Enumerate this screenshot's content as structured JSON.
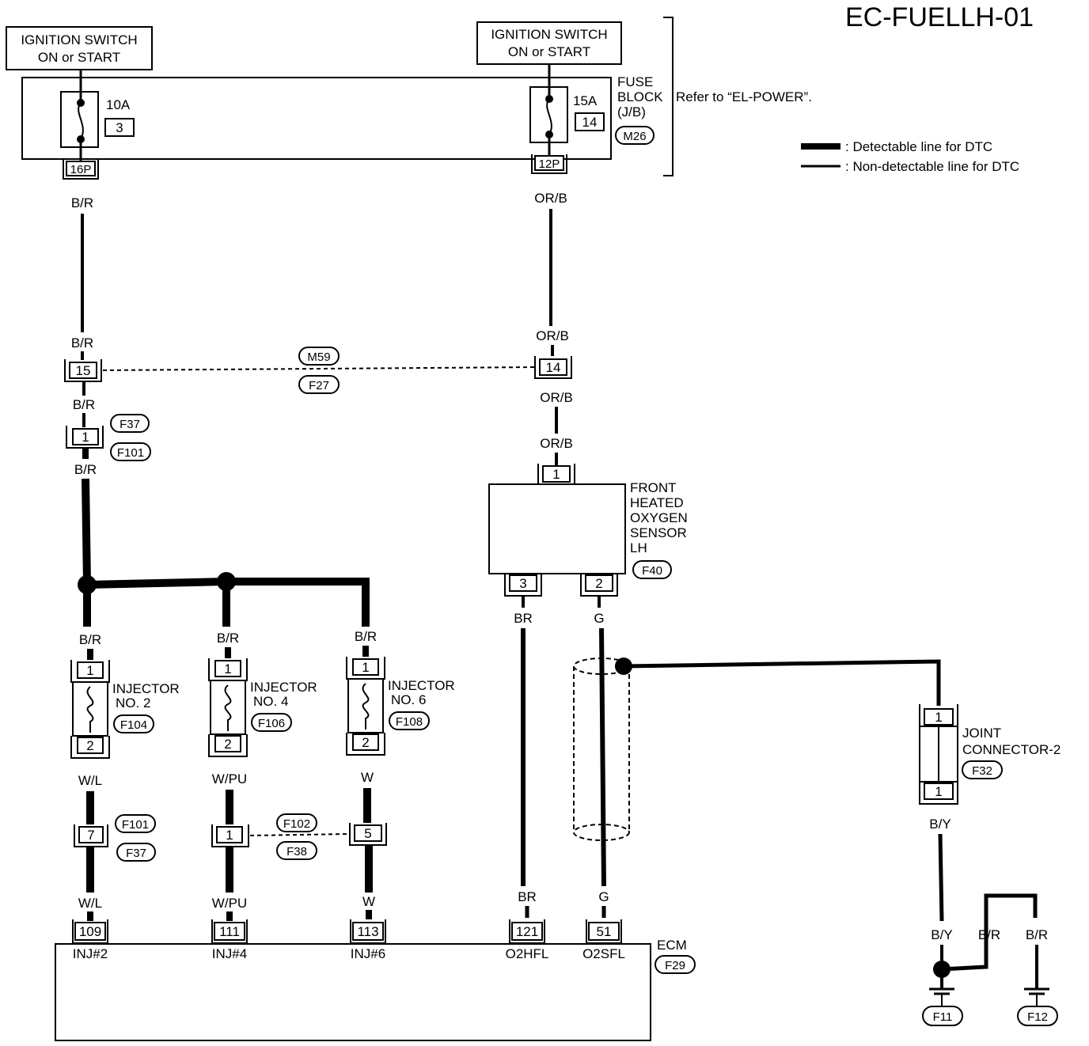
{
  "title": "EC-FUELLH-01",
  "legend": {
    "detectable": ": Detectable line for DTC",
    "non_detectable": ": Non-detectable line for DTC"
  },
  "ignition_left": {
    "line1": "IGNITION SWITCH",
    "line2": "ON or START"
  },
  "ignition_right": {
    "line1": "IGNITION SWITCH",
    "line2": "ON or START"
  },
  "fuse_block": {
    "line1": "FUSE",
    "line2": "BLOCK",
    "line3": "(J/B)",
    "connector": "M26",
    "refer": "Refer to “EL-POWER”."
  },
  "fuse_left": {
    "amp": "10A",
    "num": "3",
    "pin": "16P"
  },
  "fuse_right": {
    "amp": "15A",
    "num": "14",
    "pin": "12P"
  },
  "wires": {
    "br": "B/R",
    "orb": "OR/B",
    "wl": "W/L",
    "wpu": "W/PU",
    "w": "W",
    "brown": "BR",
    "g": "G",
    "by": "B/Y"
  },
  "connectors": {
    "c15": "15",
    "c14": "14",
    "m59": "M59",
    "f27": "F27",
    "c1": "1",
    "f37": "F37",
    "f101": "F101",
    "c7": "7",
    "f101b": "F101",
    "f37b": "F37",
    "c1b": "1",
    "c5": "5",
    "f102": "F102",
    "f38": "F38"
  },
  "o2sensor": {
    "line1": "FRONT",
    "line2": "HEATED",
    "line3": "OXYGEN",
    "line4": "SENSOR",
    "line5": "LH",
    "connector": "F40",
    "pin1": "1",
    "pin3": "3",
    "pin2": "2"
  },
  "injectors": [
    {
      "name1": "INJECTOR",
      "name2": "NO. 2",
      "connector": "F104",
      "pin1": "1",
      "pin2": "2"
    },
    {
      "name1": "INJECTOR",
      "name2": "NO. 4",
      "connector": "F106",
      "pin1": "1",
      "pin2": "2"
    },
    {
      "name1": "INJECTOR",
      "name2": "NO. 6",
      "connector": "F108",
      "pin1": "1",
      "pin2": "2"
    }
  ],
  "joint": {
    "line1": "JOINT",
    "line2": "CONNECTOR-2",
    "connector": "F32",
    "pin_top": "1",
    "pin_bottom": "1"
  },
  "ecm": {
    "name": "ECM",
    "connector": "F29",
    "pins": [
      {
        "num": "109",
        "label": "INJ#2"
      },
      {
        "num": "111",
        "label": "INJ#4"
      },
      {
        "num": "113",
        "label": "INJ#6"
      },
      {
        "num": "121",
        "label": "O2HFL"
      },
      {
        "num": "51",
        "label": "O2SFL"
      }
    ]
  },
  "grounds": {
    "f11": "F11",
    "f12": "F12"
  }
}
